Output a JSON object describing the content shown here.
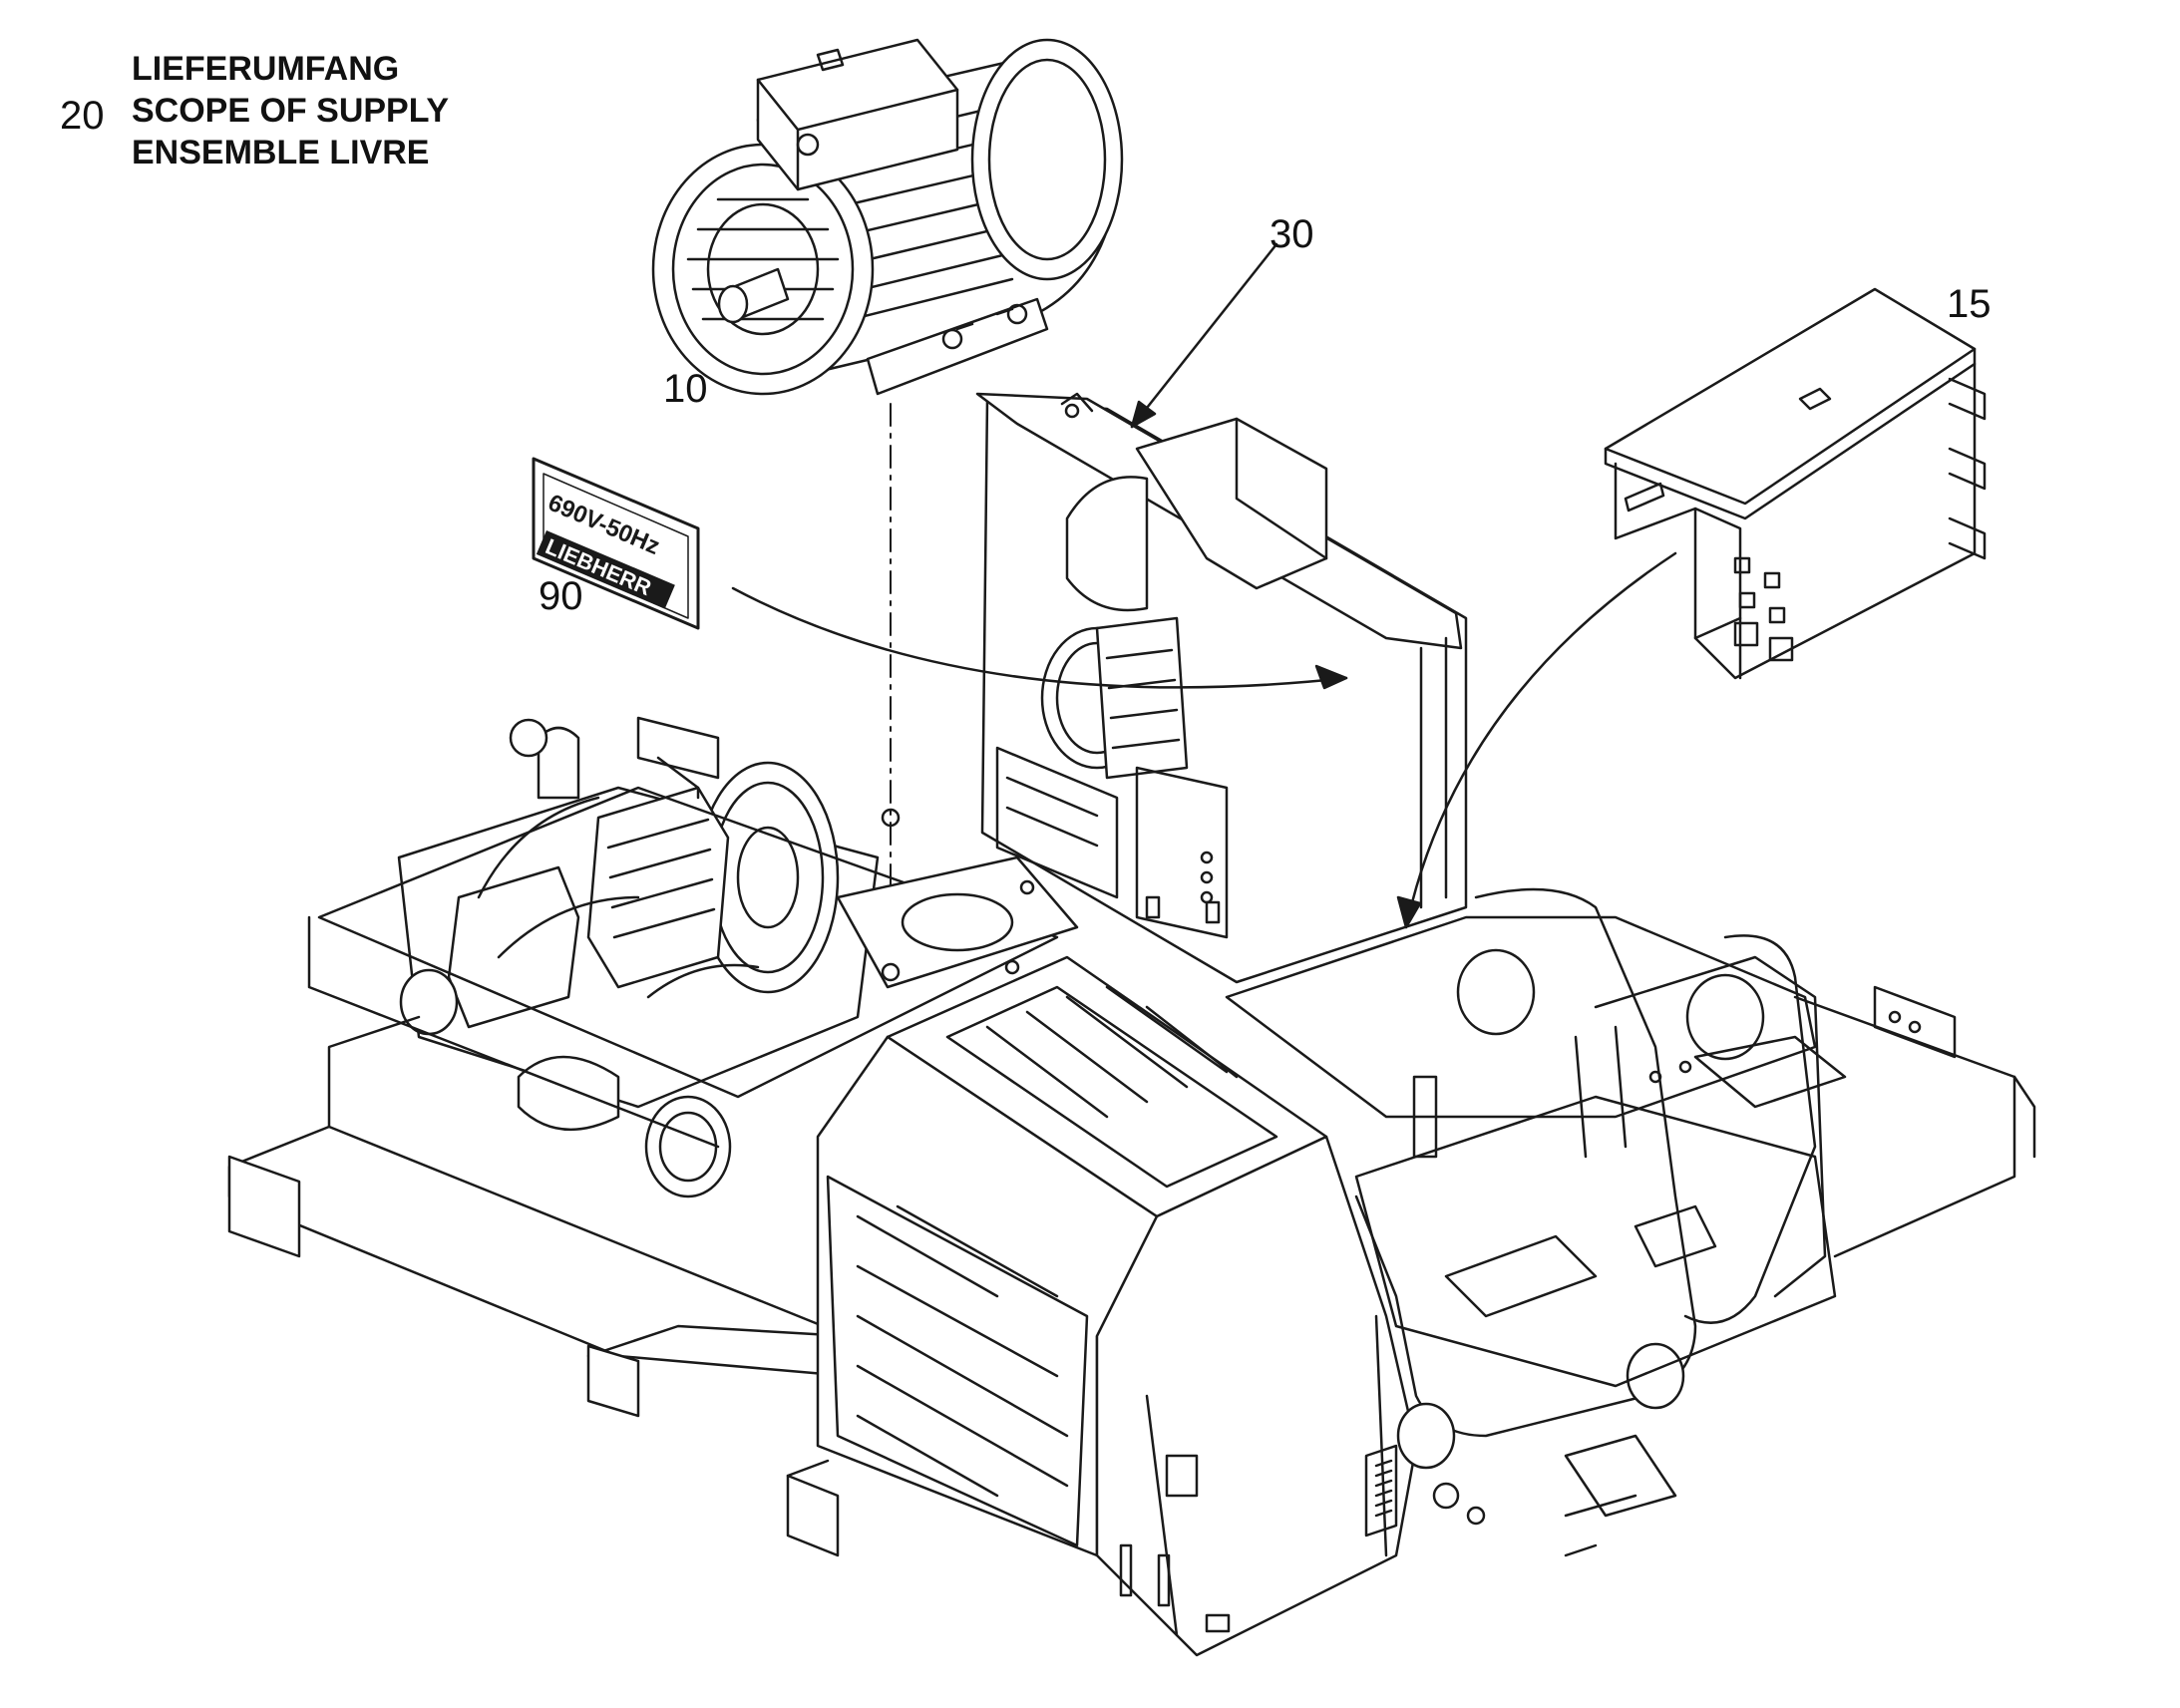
{
  "scope": {
    "number": "20",
    "lines": [
      "LIEFERUMFANG",
      "SCOPE OF SUPPLY",
      "ENSEMBLE LIVRE"
    ]
  },
  "callouts": {
    "motor": "10",
    "cover_box": "15",
    "cabinet": "30",
    "plate": "90"
  },
  "plate": {
    "voltage": "690V-50Hz",
    "brand": "LIEBHERR"
  },
  "colors": {
    "line": "#1a1a1a",
    "paper": "#ffffff"
  }
}
